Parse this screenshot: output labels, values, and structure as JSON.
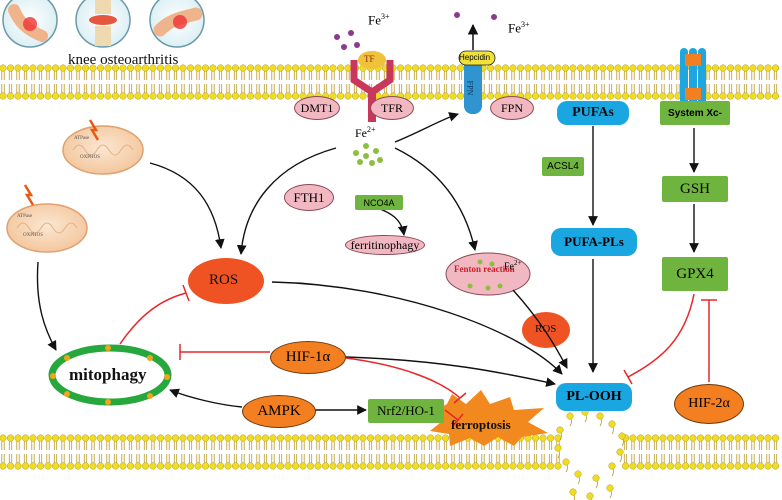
{
  "title": "knee osteoarthritis",
  "iron": {
    "fe3_left": "Fe",
    "fe3_left_sup": "3+",
    "fe3_right": "Fe",
    "fe3_right_sup": "3+",
    "fe2": "Fe",
    "fe2_sup": "2+",
    "tf": "TF",
    "hepcidin": "Hepcidin",
    "fpn_channel": "FPN",
    "dmt1": "DMT1",
    "tfr": "TFR",
    "fpn": "FPN",
    "fth1": "FTH1",
    "ncoa4": "NCO4A",
    "ferritinophagy": "ferritinophagy",
    "fenton": "Fenton reaction",
    "fenton_fe": "Fe",
    "fenton_fe_sup": "2+"
  },
  "lipid": {
    "pufas": "PUFAs",
    "acsl4": "ACSL4",
    "pufa_pls": "PUFA-PLs",
    "ros": "ROS",
    "pl_ooh": "PL-OOH"
  },
  "antioxidant": {
    "system_xc": "System Xc-",
    "gsh": "GSH",
    "gpx4": "GPX4",
    "hif2a": "HIF-2α"
  },
  "mito": {
    "ros": "ROS",
    "mitophagy": "mitophagy",
    "hif1a": "HIF-1α",
    "ampk": "AMPK",
    "nrf2": "Nrf2/HO-1",
    "ferroptosis": "ferroptosis",
    "atp_label": "ATPase",
    "oxphos_label": "OXPHOS"
  },
  "colors": {
    "membrane_head": "#f2dc22",
    "membrane_tail": "#b99a2a",
    "blue_box": "#1aa6e0",
    "green_box": "#6fb43f",
    "orange": "#f47f20",
    "ros_red": "#ef5323",
    "pink": "#f2b8c2",
    "inhibit_red": "#e8262a",
    "mitophagy_ring": "#27a83c",
    "fe_dot": "#8bbf3f",
    "fe3_dot": "#8b3a8f"
  }
}
